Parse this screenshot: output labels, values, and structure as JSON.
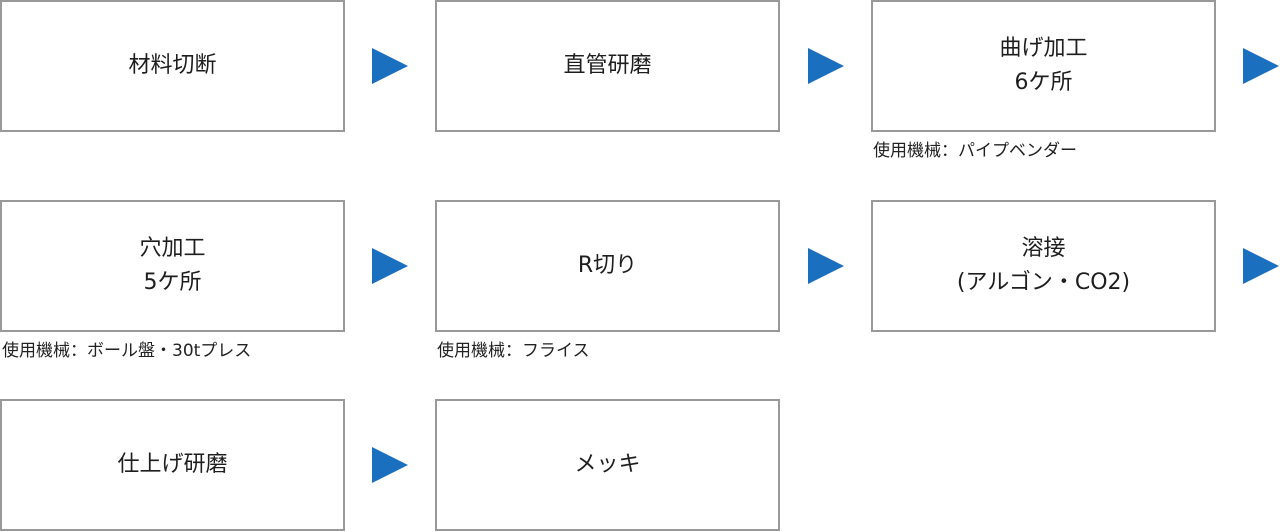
{
  "flow": {
    "accent_color": "#1a6fbf",
    "steps": [
      {
        "label": "材料切断"
      },
      {
        "label": "直管研磨"
      },
      {
        "label": "曲げ加工\n6ケ所",
        "note": "使用機械：パイプベンダー"
      },
      {
        "label": "穴加工\n5ケ所",
        "note": "使用機械：ボール盤・30tプレス"
      },
      {
        "label": "R切り",
        "note": "使用機械：フライス"
      },
      {
        "label": "溶接\n(アルゴン・CO2)"
      },
      {
        "label": "仕上げ研磨"
      },
      {
        "label": "メッキ"
      }
    ]
  }
}
